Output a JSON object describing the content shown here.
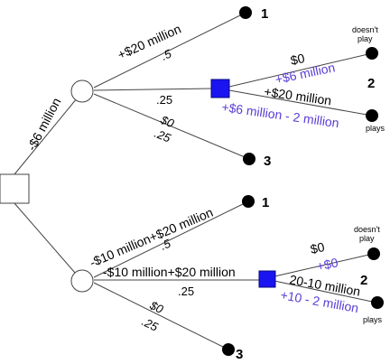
{
  "diagram": {
    "root_edge_label": "-$6 million",
    "upper": {
      "branch_top_label": "+$20 million",
      "branch_top_prob": ".5",
      "branch_top_outcome": "1",
      "branch_mid_prob": ".25",
      "branch_bot_label": "$0",
      "branch_bot_prob": ".25",
      "branch_bot_outcome": "3",
      "decision": {
        "top_label": "$0",
        "top_value": "+$6 million",
        "top_action": "doesn't play",
        "bot_label": "+$20 million",
        "bot_value": "+$6 million - 2 million",
        "bot_action": "plays",
        "outcome": "2"
      }
    },
    "lower": {
      "branch_top_label": "-$10 million+$20 million",
      "branch_top_prob": ".5",
      "branch_top_outcome": "1",
      "branch_mid_label": "-$10 million+$20 million",
      "branch_mid_prob": ".25",
      "branch_bot_label": "$0",
      "branch_bot_prob": ".25",
      "branch_bot_outcome": "3",
      "decision": {
        "top_label": "$0",
        "top_value": "+$0",
        "top_action": "doesn't play",
        "bot_label": "20-10 million",
        "bot_value": "+10 - 2 million",
        "bot_action": "plays",
        "outcome": "2"
      }
    },
    "colors": {
      "player_node": "#1a14f0",
      "value_text": "#5a3cd6",
      "edge": "#444444"
    }
  }
}
